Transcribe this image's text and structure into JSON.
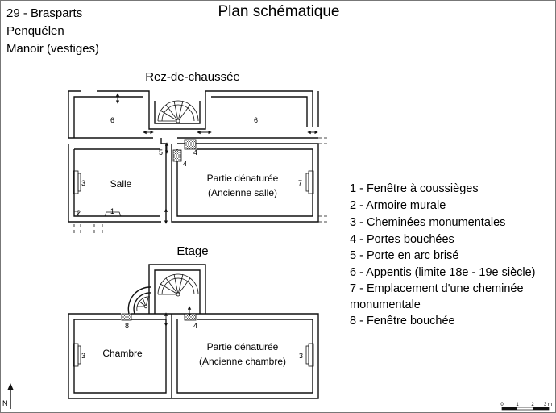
{
  "header": {
    "location_lines": [
      "29 - Brasparts",
      "Penquélen",
      "Manoir (vestiges)"
    ],
    "title": "Plan schématique"
  },
  "ground_floor": {
    "label": "Rez-de-chaussée",
    "rooms": [
      {
        "line1": "Salle",
        "line2": ""
      },
      {
        "line1": "Partie dénaturée",
        "line2": "(Ancienne salle)"
      }
    ],
    "markers": {
      "appentis_left": "6",
      "appentis_right": "6",
      "fenetre": "1",
      "armoire": "2",
      "cheminee": "3",
      "porte_arc": "5",
      "porte_bouchee_a": "4",
      "porte_bouchee_b": "4",
      "emplacement": "7"
    }
  },
  "upper_floor": {
    "label": "Etage",
    "rooms": [
      {
        "line1": "Chambre",
        "line2": ""
      },
      {
        "line1": "Partie dénaturée",
        "line2": "(Ancienne chambre)"
      }
    ],
    "markers": {
      "cheminee_left": "3",
      "cheminee_right": "3",
      "fenetre_bouchee": "8",
      "porte_bouchee": "4"
    }
  },
  "legend": {
    "items": [
      "1 - Fenêtre à coussièges",
      "2 - Armoire murale",
      "3 - Cheminées monumentales",
      "4 - Portes bouchées",
      "5 - Porte en arc brisé",
      "6 - Appentis (limite 18e - 19e siècle)",
      "7 - Emplacement d'une cheminée",
      "monumentale",
      "8 - Fenêtre bouchée"
    ]
  },
  "north": {
    "label": "N"
  },
  "scale_bar": {
    "ticks": [
      "0",
      "1",
      "2",
      "3 m"
    ]
  }
}
